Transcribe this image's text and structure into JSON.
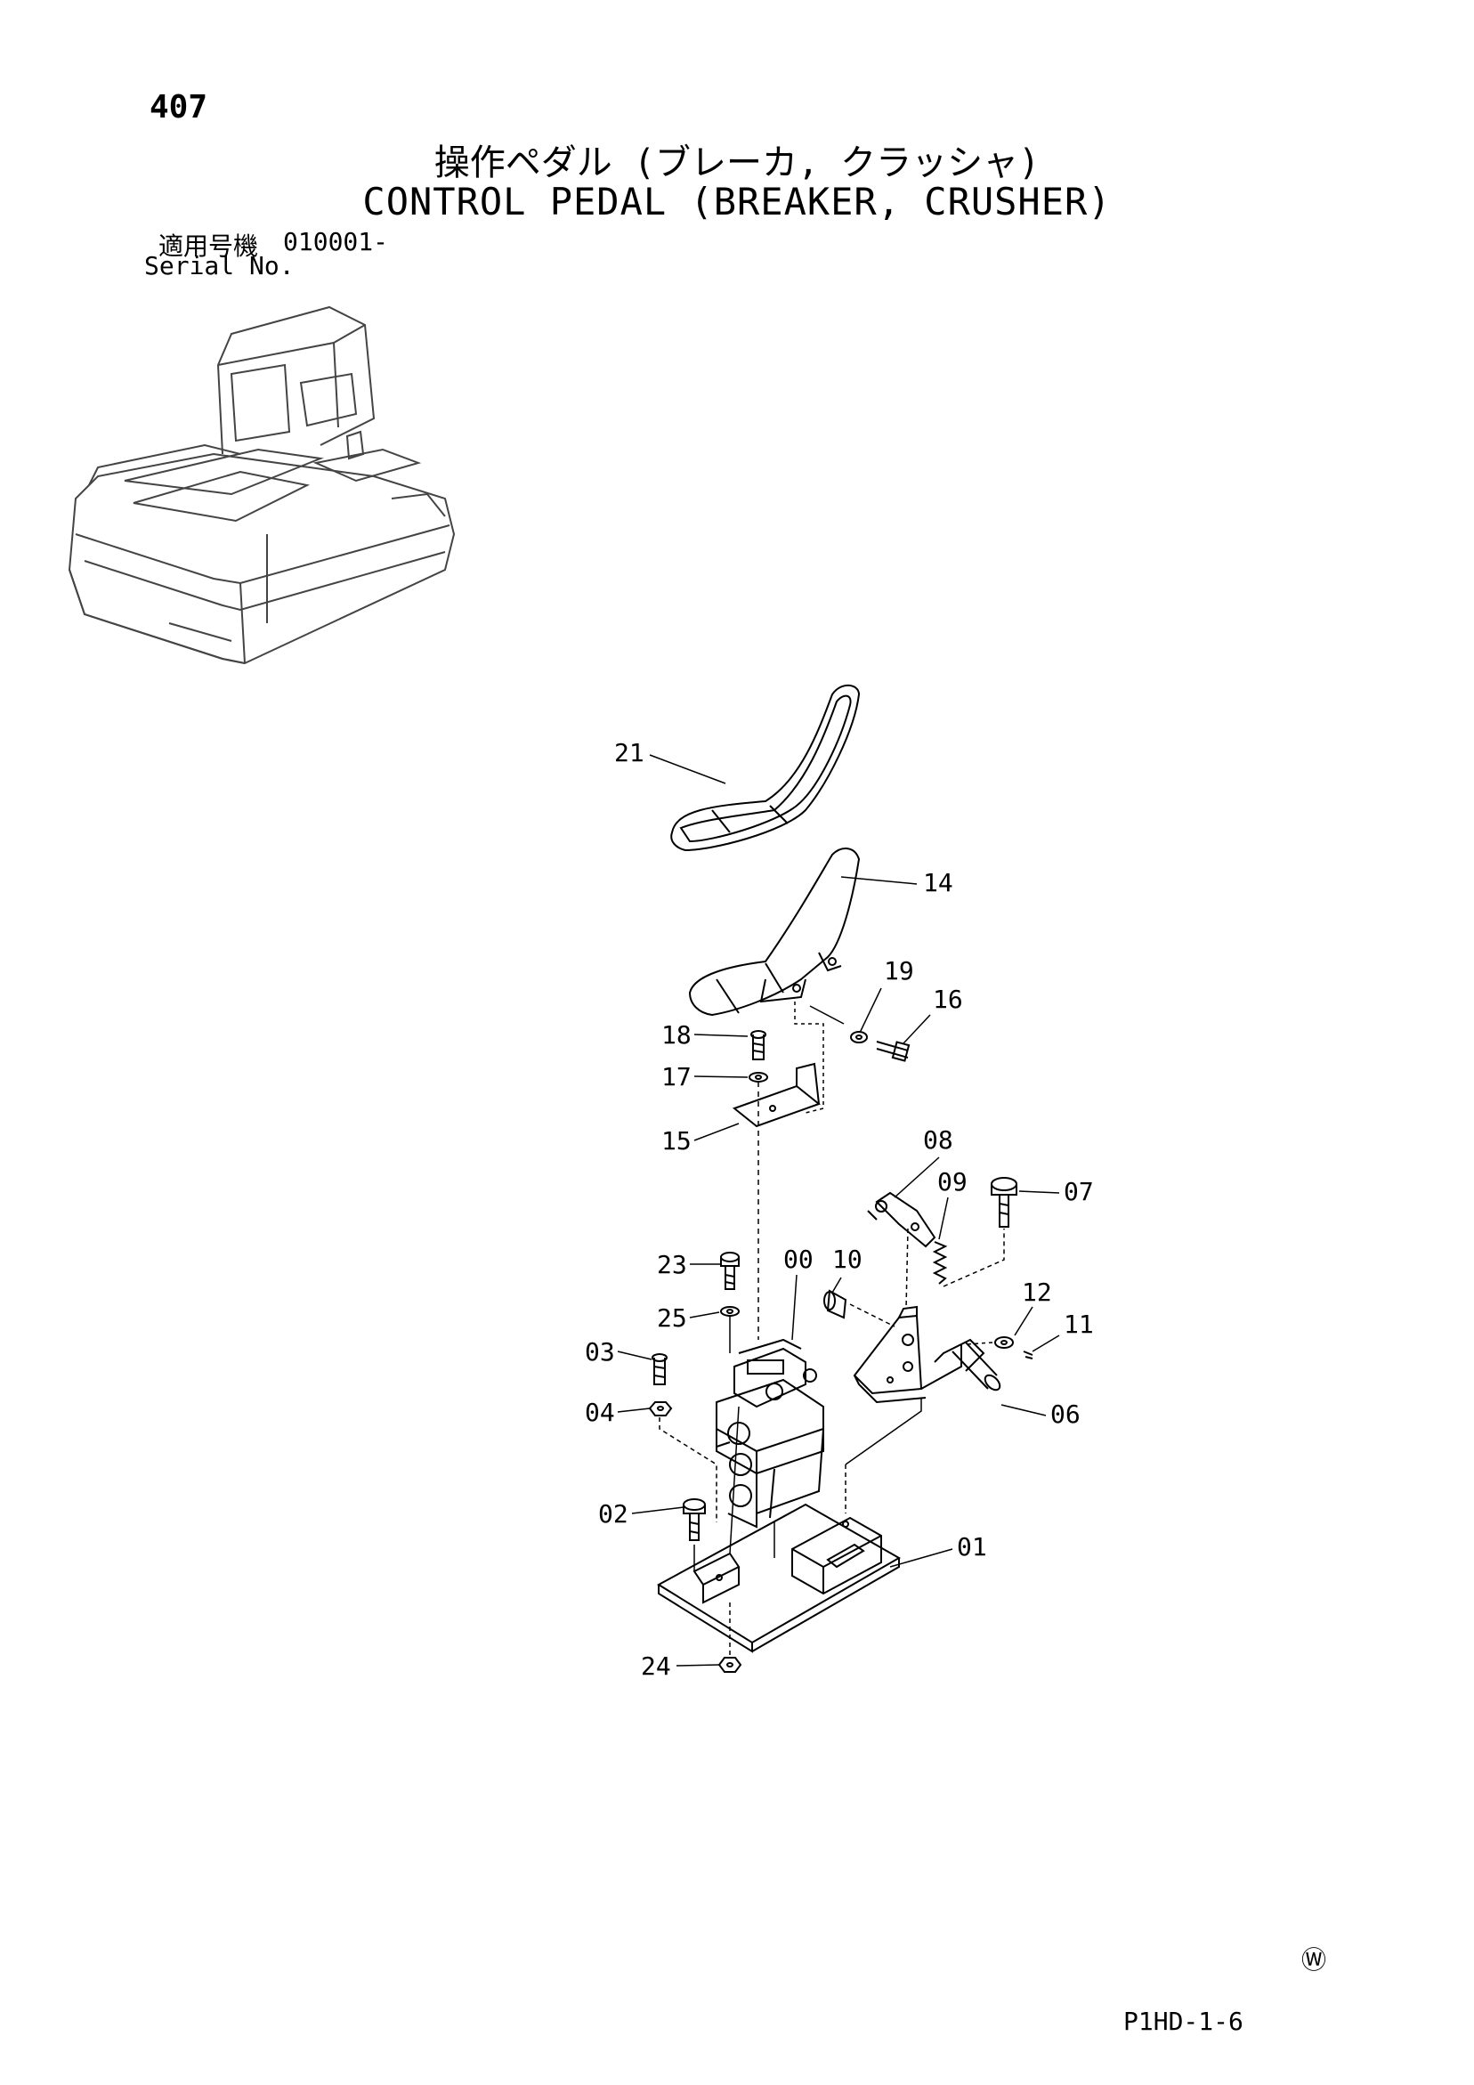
{
  "header": {
    "page_number": "407",
    "title_ja": "操作ペダル (ブレーカ, クラッシャ)",
    "title_en": "CONTROL PEDAL (BREAKER, CRUSHER)",
    "serial_label_ja": "適用号機",
    "serial_value": "010001-",
    "serial_label_en": "Serial No."
  },
  "callouts": [
    {
      "id": "21",
      "text": "21"
    },
    {
      "id": "14",
      "text": "14"
    },
    {
      "id": "19",
      "text": "19"
    },
    {
      "id": "16",
      "text": "16"
    },
    {
      "id": "18",
      "text": "18"
    },
    {
      "id": "17",
      "text": "17"
    },
    {
      "id": "15",
      "text": "15"
    },
    {
      "id": "08",
      "text": "08"
    },
    {
      "id": "09",
      "text": "09"
    },
    {
      "id": "07",
      "text": "07"
    },
    {
      "id": "23",
      "text": "23"
    },
    {
      "id": "00",
      "text": "00"
    },
    {
      "id": "10",
      "text": "10"
    },
    {
      "id": "12",
      "text": "12"
    },
    {
      "id": "11",
      "text": "11"
    },
    {
      "id": "25",
      "text": "25"
    },
    {
      "id": "03",
      "text": "03"
    },
    {
      "id": "04",
      "text": "04"
    },
    {
      "id": "06",
      "text": "06"
    },
    {
      "id": "02",
      "text": "02"
    },
    {
      "id": "01",
      "text": "01"
    },
    {
      "id": "24",
      "text": "24"
    }
  ],
  "footer": {
    "watermark": "Ⓦ",
    "page_code": "P1HD-1-6"
  }
}
